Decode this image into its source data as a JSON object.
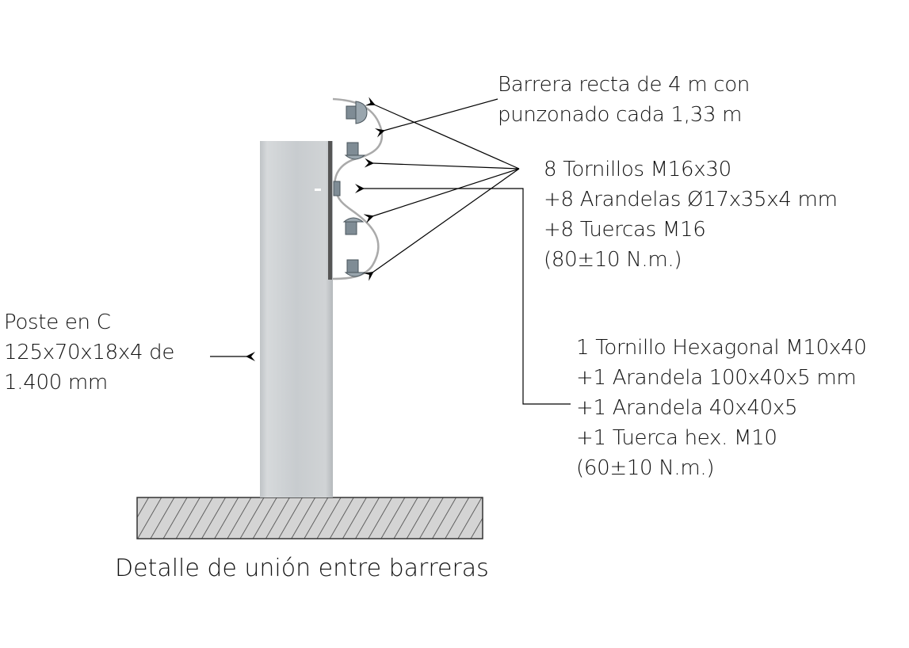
{
  "labels": {
    "barrier": [
      "Barrera recta de 4 m con",
      "punzonado cada 1,33 m"
    ],
    "bolts": [
      "8 Tornillos M16x30",
      "+8 Arandelas Ø17x35x4 mm",
      "+8 Tuercas M16",
      "(80±10 N.m.)"
    ],
    "post": [
      "Poste en C",
      "125x70x18x4 de",
      "1.400 mm"
    ],
    "hex_bolt": [
      "1 Tornillo Hexagonal M10x40",
      "+1 Arandela 100x40x5 mm",
      "+1 Arandela 40x40x5",
      "+1 Tuerca hex. M10",
      "(60±10 N.m.)"
    ]
  },
  "caption": "Detalle de unión entre barreras",
  "colors": {
    "post": "#c9ccce",
    "ground_hatch": "#555555",
    "bolt": "#7f8c95"
  }
}
